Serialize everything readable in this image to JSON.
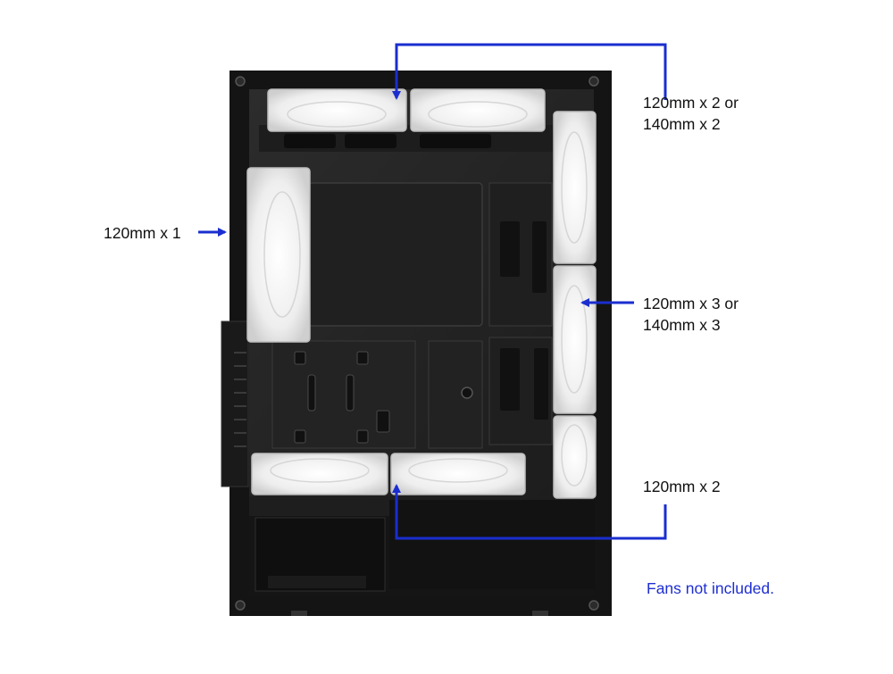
{
  "colors": {
    "accent": "#1a2ecf",
    "case_frame": "#141414",
    "case_panel": "#262626",
    "fan_white": "#f4f4f4"
  },
  "labels": {
    "top": [
      "120mm x 2 or",
      "140mm x 2"
    ],
    "rear": "120mm x 1",
    "front": [
      "120mm x 3 or",
      "140mm x 3"
    ],
    "bottom": "120mm x 2",
    "note": "Fans not included."
  },
  "fan_mounts": {
    "top": {
      "count": 2,
      "sizes_mm": [
        120,
        140
      ]
    },
    "rear": {
      "count": 1,
      "sizes_mm": [
        120
      ]
    },
    "front": {
      "count": 3,
      "sizes_mm": [
        120,
        140
      ]
    },
    "bottom": {
      "count": 2,
      "sizes_mm": [
        120
      ]
    }
  }
}
